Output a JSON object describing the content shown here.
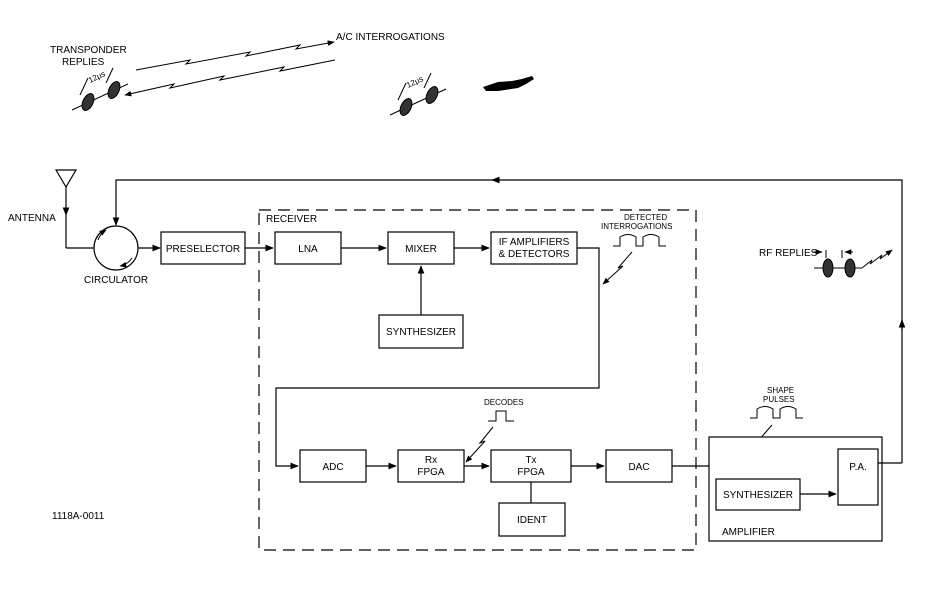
{
  "labels": {
    "transponder_replies_line1": "TRANSPONDER",
    "transponder_replies_line2": "REPLIES",
    "ac_interrogations": "A/C INTERROGATIONS",
    "pulse_spacing_1": "12μs",
    "pulse_spacing_2": "12μs",
    "antenna": "ANTENNA",
    "circulator": "CIRCULATOR",
    "receiver": "RECEIVER",
    "detected_line1": "DETECTED",
    "detected_line2": "INTERROGATIONS",
    "decodes": "DECODES",
    "shape_line1": "SHAPE",
    "shape_line2": "PULSES",
    "rf_replies": "RF REPLIES",
    "amplifier": "AMPLIFIER",
    "figure_id": "1118A-0011"
  },
  "blocks": {
    "preselector": "PRESELECTOR",
    "lna": "LNA",
    "mixer": "MIXER",
    "if_line1": "IF AMPLIFIERS",
    "if_line2": "& DETECTORS",
    "synth_rx": "SYNTHESIZER",
    "adc": "ADC",
    "rx_line1": "Rx",
    "rx_line2": "FPGA",
    "tx_line1": "Tx",
    "tx_line2": "FPGA",
    "dac": "DAC",
    "ident": "IDENT",
    "synth_amp": "SYNTHESIZER",
    "pa": "P.A."
  }
}
